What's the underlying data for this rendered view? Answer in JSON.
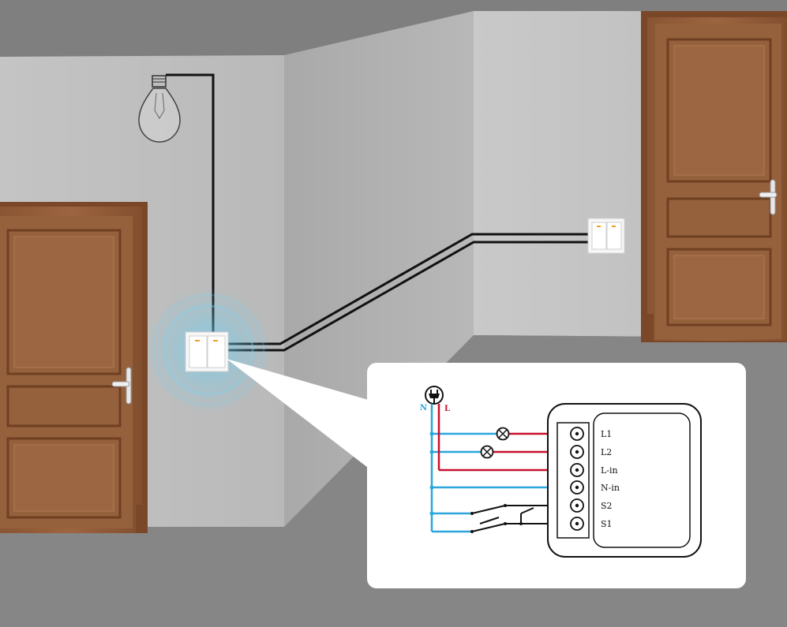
{
  "diagram": {
    "supply": {
      "neutral_label": "N",
      "live_label": "L",
      "icon": "plug-icon"
    },
    "terminals": [
      "L1",
      "L2",
      "L-in",
      "N-in",
      "S2",
      "S1"
    ],
    "colors": {
      "neutral": "#2aa6dc",
      "live": "#c8102e",
      "wire": "#111111"
    },
    "scene_items": [
      "light-bulb",
      "door-left",
      "door-right",
      "wall-switch-main",
      "wall-switch-remote"
    ]
  }
}
